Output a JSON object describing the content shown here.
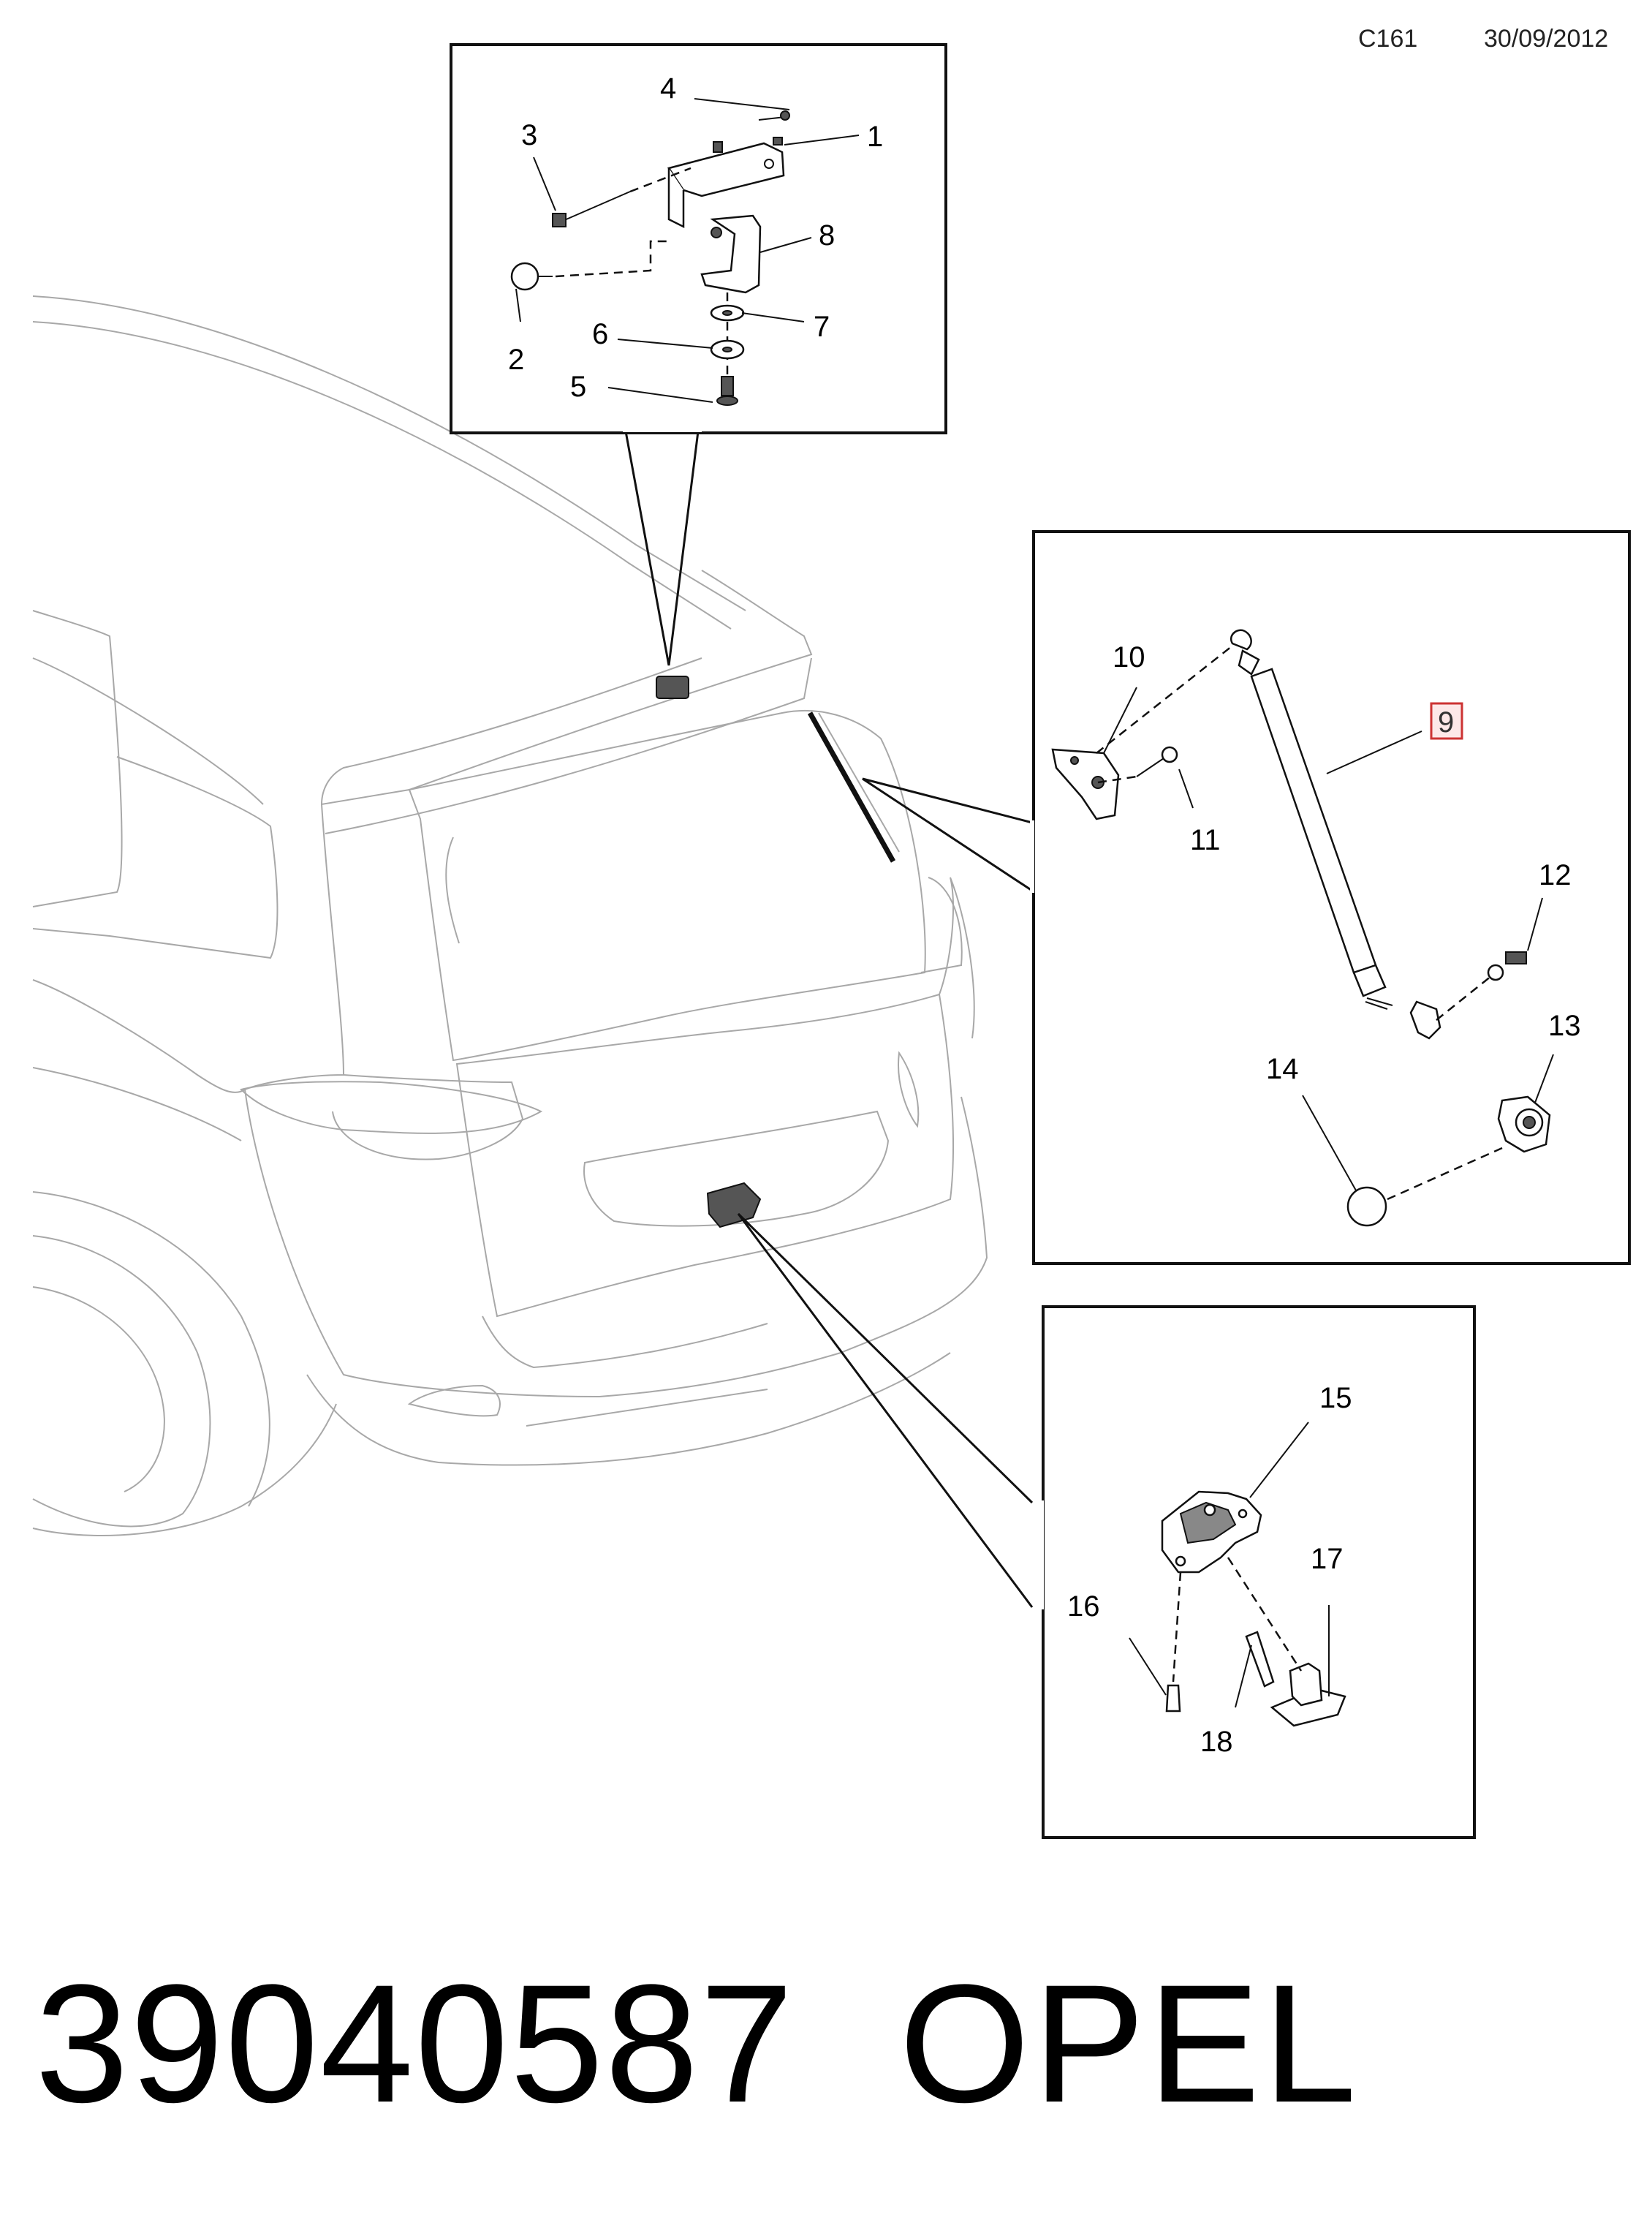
{
  "header": {
    "code": "C161",
    "date": "30/09/2012"
  },
  "footer": {
    "part_number": "39040587",
    "brand": "OPEL"
  },
  "callouts": {
    "c1": "1",
    "c2": "2",
    "c3": "3",
    "c4": "4",
    "c5": "5",
    "c6": "6",
    "c7": "7",
    "c8": "8",
    "c9": "9",
    "c10": "10",
    "c11": "11",
    "c12": "12",
    "c13": "13",
    "c14": "14",
    "c15": "15",
    "c16": "16",
    "c17": "17",
    "c18": "18"
  },
  "highlight": {
    "callout": "9",
    "color": "#cc3333"
  }
}
